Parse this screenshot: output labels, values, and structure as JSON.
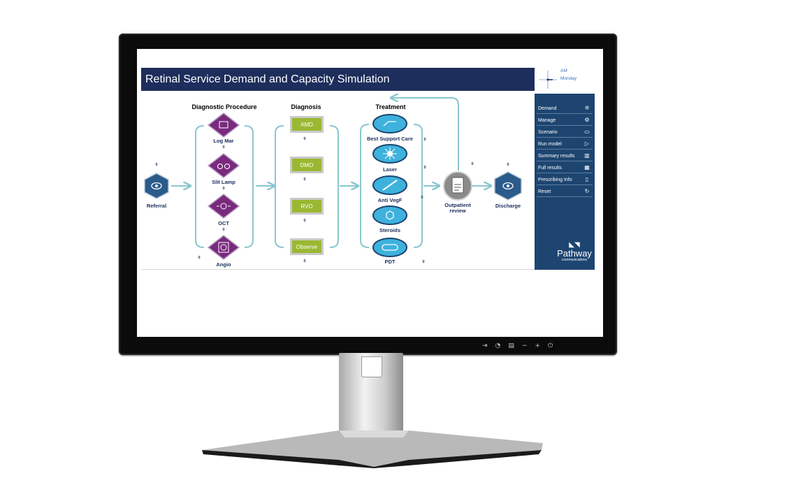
{
  "app": {
    "title": "Retinal Service Demand and Capacity Simulation"
  },
  "clock": {
    "period": "AM",
    "day": "Monday"
  },
  "columns": {
    "diagnostic": "Diagnostic Procedure",
    "diagnosis": "Diagnosis",
    "treatment": "Treatment"
  },
  "referral": {
    "label": "Referral",
    "count": "0"
  },
  "diagnostic_items": [
    {
      "label": "Log Mar",
      "count": "0",
      "icon": "chart-icon"
    },
    {
      "label": "Slit Lamp",
      "count": "0",
      "icon": "binoculars-icon"
    },
    {
      "label": "OCT",
      "count": "0",
      "icon": "scan-icon"
    },
    {
      "label": "Angio",
      "count": "0",
      "icon": "angio-icon"
    }
  ],
  "diagnosis_items": [
    {
      "label": "AMD",
      "count": "0"
    },
    {
      "label": "DMO",
      "count": "0"
    },
    {
      "label": "RVO",
      "count": "0"
    },
    {
      "label": "Observe",
      "count": "0"
    }
  ],
  "treatment_items": [
    {
      "label": "Best Support Care",
      "count": "0",
      "icon": "care-icon"
    },
    {
      "label": "Laser",
      "count": "0",
      "icon": "laser-icon"
    },
    {
      "label": "Anti VegF",
      "count": "0",
      "icon": "syringe-icon"
    },
    {
      "label": "Steroids",
      "count": "",
      "icon": "steroid-icon"
    },
    {
      "label": "PDT",
      "count": "0",
      "icon": "goggles-icon"
    }
  ],
  "outpatient": {
    "label1": "Outpatient",
    "label2": "review",
    "count": "0"
  },
  "discharge": {
    "label": "Discharge",
    "count": "0"
  },
  "sidebar": {
    "items": [
      {
        "label": "Demand",
        "icon": "demand-icon"
      },
      {
        "label": "Manage",
        "icon": "gear-icon"
      },
      {
        "label": "Scenario",
        "icon": "chat-icon"
      },
      {
        "label": "Run model",
        "icon": "play-icon"
      },
      {
        "label": "Summary results",
        "icon": "bar-chart-icon"
      },
      {
        "label": "Full results",
        "icon": "table-icon"
      },
      {
        "label": "Prescribing Info",
        "icon": "document-icon"
      },
      {
        "label": "Reset",
        "icon": "refresh-icon"
      }
    ],
    "logo_name": "Pathway",
    "logo_sub": "communications"
  },
  "colors": {
    "navy": "#1d2e5c",
    "purple": "#7a2a7e",
    "green": "#9ab832",
    "teal": "#8bc6cf",
    "blue": "#3db2dd",
    "sidebar": "#1d4570"
  }
}
